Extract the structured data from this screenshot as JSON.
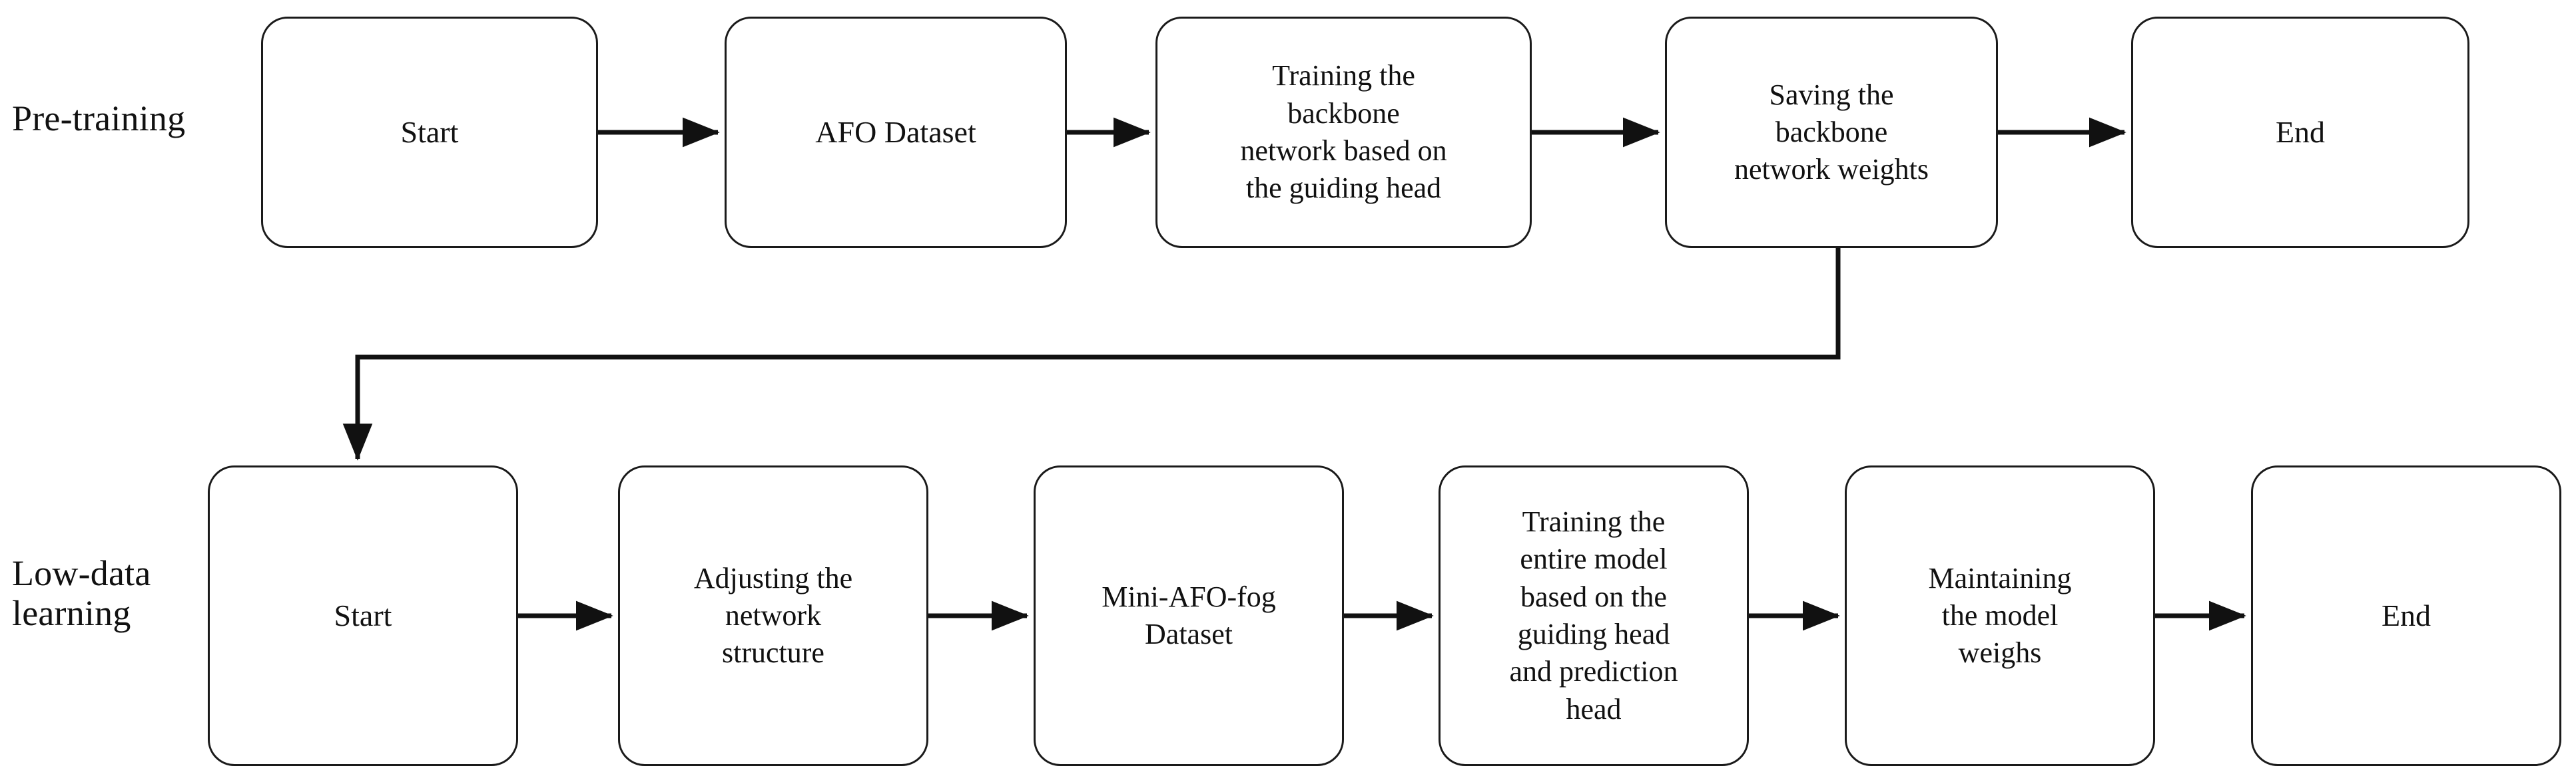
{
  "diagram": {
    "title": "Two-stage training pipeline flowchart",
    "background_color": "#ffffff",
    "stroke_color": "#1a1a1a",
    "text_color": "#111111",
    "rows": [
      {
        "label": "Pre-training",
        "nodes": [
          {
            "id": "p1",
            "text": "Start"
          },
          {
            "id": "p2",
            "text": "AFO Dataset"
          },
          {
            "id": "p3",
            "text": "Training the\nbackbone\nnetwork based on\nthe guiding head"
          },
          {
            "id": "p4",
            "text": "Saving the\nbackbone\nnetwork weights"
          },
          {
            "id": "p5",
            "text": "End"
          }
        ]
      },
      {
        "label": "Low-data\nlearning",
        "nodes": [
          {
            "id": "l1",
            "text": "Start"
          },
          {
            "id": "l2",
            "text": "Adjusting the\nnetwork\nstructure"
          },
          {
            "id": "l3",
            "text": "Mini-AFO-fog\nDataset"
          },
          {
            "id": "l4",
            "text": "Training the\nentire model\nbased on the\nguiding head\nand prediction\nhead"
          },
          {
            "id": "l5",
            "text": "Maintaining\nthe model\nweighs"
          },
          {
            "id": "l6",
            "text": "End"
          }
        ]
      }
    ],
    "connectors": [
      {
        "id": "p1-p2",
        "from": "p1",
        "to": "p2",
        "kind": "arrow-right"
      },
      {
        "id": "p2-p3",
        "from": "p2",
        "to": "p3",
        "kind": "arrow-right"
      },
      {
        "id": "p3-p4",
        "from": "p3",
        "to": "p4",
        "kind": "arrow-right"
      },
      {
        "id": "p4-p5",
        "from": "p4",
        "to": "p5",
        "kind": "arrow-right"
      },
      {
        "id": "p4-l1",
        "from": "p4",
        "to": "l1",
        "kind": "elbow-down-left-down-arrow"
      },
      {
        "id": "l1-l2",
        "from": "l1",
        "to": "l2",
        "kind": "arrow-right"
      },
      {
        "id": "l2-l3",
        "from": "l2",
        "to": "l3",
        "kind": "arrow-right"
      },
      {
        "id": "l3-l4",
        "from": "l3",
        "to": "l4",
        "kind": "arrow-right"
      },
      {
        "id": "l4-l5",
        "from": "l4",
        "to": "l5",
        "kind": "arrow-right"
      },
      {
        "id": "l5-l6",
        "from": "l5",
        "to": "l6",
        "kind": "arrow-right"
      }
    ]
  }
}
